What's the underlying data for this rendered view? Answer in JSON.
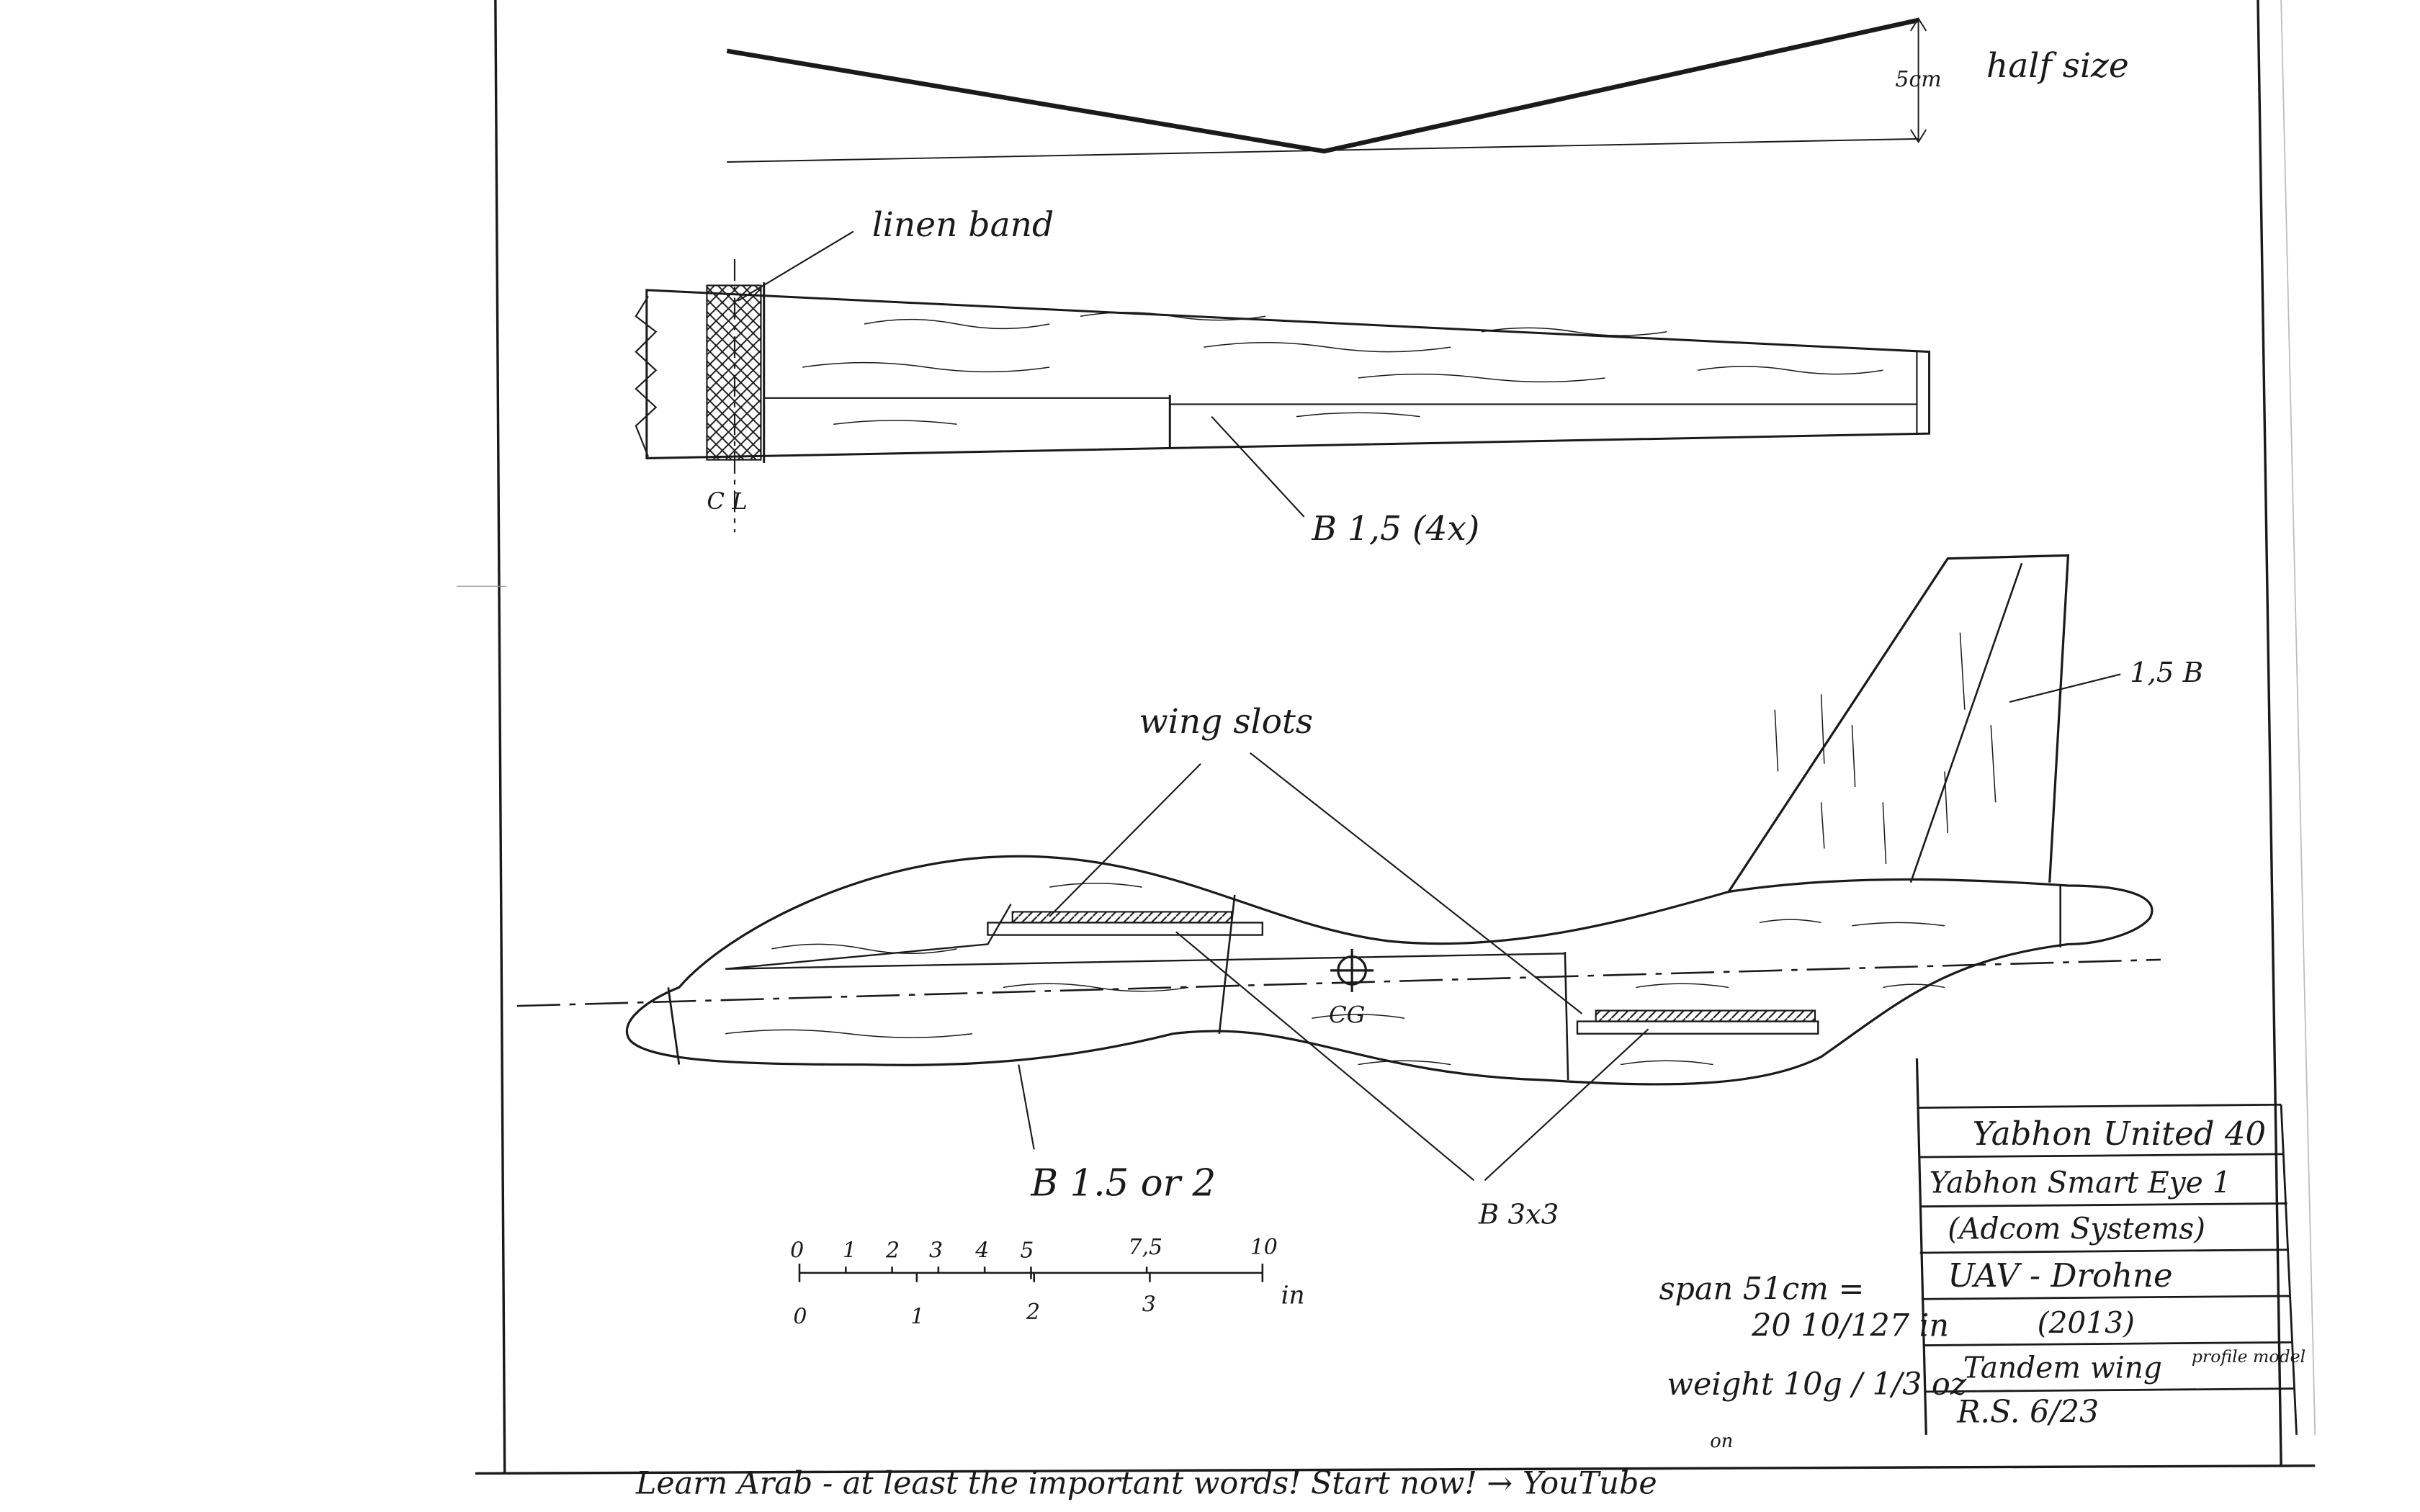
{
  "labels": {
    "dimension_value": "5cm",
    "scale_note": "half size",
    "linen_band": "linen band",
    "centerline": "C L",
    "wing_balsa": "B 1,5 (4x)",
    "fin_balsa": "1,5 B",
    "wing_slots": "wing slots",
    "cg": "CG",
    "fuselage_balsa": "B 1.5 or 2",
    "spar": "B 3x3",
    "span_line1": "span 51cm =",
    "span_line2": "20 10/127 in",
    "weight": "weight 10g / 1/3 oz",
    "footer": "Learn Arab - at least the important words!  Start now! → YouTube",
    "footer_on": "on"
  },
  "ruler": {
    "top_marks": [
      "0",
      "1",
      "2",
      "3",
      "4",
      "5",
      "7,5",
      "10"
    ],
    "bottom_marks": [
      "0",
      "1",
      "2",
      "3"
    ],
    "unit": "in"
  },
  "title_block": {
    "rows": [
      "Yabhon United 40",
      "Yabhon Smart Eye 1",
      "(Adcom Systems)",
      "UAV - Drohne",
      "(2013)",
      "Tandem wing",
      "R.S. 6/23"
    ],
    "side_note": "profile model"
  },
  "colors": {
    "ink": "#1a1a1a",
    "paper": "#ffffff"
  }
}
